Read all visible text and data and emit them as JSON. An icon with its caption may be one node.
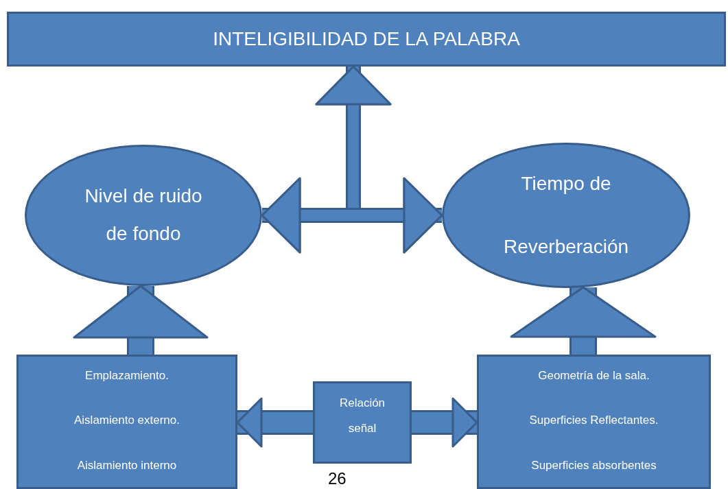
{
  "diagram": {
    "nodes": [
      {
        "text": [
          "INTELIGIBILIDAD DE LA PALABRA"
        ]
      },
      {
        "text": [
          "Nivel de ruido de fondo"
        ]
      },
      {
        "text": [
          "Tiempo de Reverberación"
        ]
      },
      {
        "text": [
          "Emplazamiento.",
          "Aislamiento externo.",
          "Aislamiento interno"
        ]
      },
      {
        "text": [
          "Relación señal"
        ]
      },
      {
        "text": [
          "Geometría de la sala.",
          "Superficies Reflectantes.",
          "Superficies absorbentes"
        ]
      }
    ],
    "edges": [
      {
        "from": 1,
        "to": 0,
        "arrow": "both"
      },
      {
        "from": 2,
        "to": 0,
        "arrow": "both"
      },
      {
        "from": 3,
        "to": 1,
        "arrow": "to"
      },
      {
        "from": 5,
        "to": 2,
        "arrow": "to"
      },
      {
        "from": 4,
        "to": 3,
        "arrow": "to"
      },
      {
        "from": 4,
        "to": 5,
        "arrow": "to"
      },
      {
        "from": 1,
        "to": 2,
        "arrow": "both"
      }
    ],
    "labels": [
      "26"
    ]
  }
}
